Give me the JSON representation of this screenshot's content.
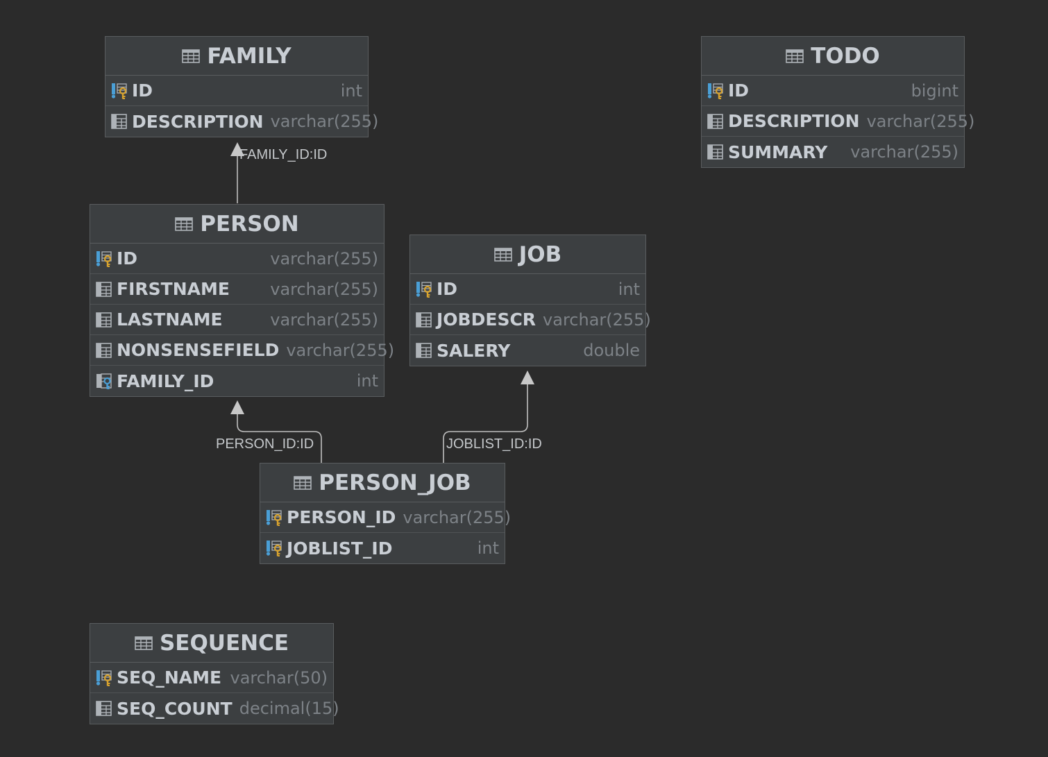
{
  "tables": {
    "family": {
      "name": "FAMILY",
      "columns": [
        {
          "name": "ID",
          "type": "int",
          "icon": "primary-key-icon"
        },
        {
          "name": "DESCRIPTION",
          "type": "varchar(255)",
          "icon": "column-icon"
        }
      ]
    },
    "todo": {
      "name": "TODO",
      "columns": [
        {
          "name": "ID",
          "type": "bigint",
          "icon": "primary-key-icon"
        },
        {
          "name": "DESCRIPTION",
          "type": "varchar(255)",
          "icon": "column-icon"
        },
        {
          "name": "SUMMARY",
          "type": "varchar(255)",
          "icon": "column-icon"
        }
      ]
    },
    "person": {
      "name": "PERSON",
      "columns": [
        {
          "name": "ID",
          "type": "varchar(255)",
          "icon": "primary-key-icon"
        },
        {
          "name": "FIRSTNAME",
          "type": "varchar(255)",
          "icon": "column-icon"
        },
        {
          "name": "LASTNAME",
          "type": "varchar(255)",
          "icon": "column-icon"
        },
        {
          "name": "NONSENSEFIELD",
          "type": "varchar(255)",
          "icon": "column-icon"
        },
        {
          "name": "FAMILY_ID",
          "type": "int",
          "icon": "foreign-key-icon"
        }
      ]
    },
    "job": {
      "name": "JOB",
      "columns": [
        {
          "name": "ID",
          "type": "int",
          "icon": "primary-key-icon"
        },
        {
          "name": "JOBDESCR",
          "type": "varchar(255)",
          "icon": "column-icon"
        },
        {
          "name": "SALERY",
          "type": "double",
          "icon": "column-icon"
        }
      ]
    },
    "person_job": {
      "name": "PERSON_JOB",
      "columns": [
        {
          "name": "PERSON_ID",
          "type": "varchar(255)",
          "icon": "primary-key-icon"
        },
        {
          "name": "JOBLIST_ID",
          "type": "int",
          "icon": "primary-key-icon"
        }
      ]
    },
    "sequence": {
      "name": "SEQUENCE",
      "columns": [
        {
          "name": "SEQ_NAME",
          "type": "varchar(50)",
          "icon": "primary-key-icon"
        },
        {
          "name": "SEQ_COUNT",
          "type": "decimal(15)",
          "icon": "column-icon"
        }
      ]
    }
  },
  "relations": {
    "family_id": "FAMILY_ID:ID",
    "person_id": "PERSON_ID:ID",
    "joblist_id": "JOBLIST_ID:ID"
  },
  "colors": {
    "background": "#2b2b2b",
    "table_fill": "#3c3f41",
    "table_border": "#5a5d5f",
    "text": "#c9ced4",
    "type_text": "#7d8287",
    "key_gold": "#d8a32e",
    "key_blue": "#4a9fd6",
    "connector": "#bfbfbf"
  }
}
